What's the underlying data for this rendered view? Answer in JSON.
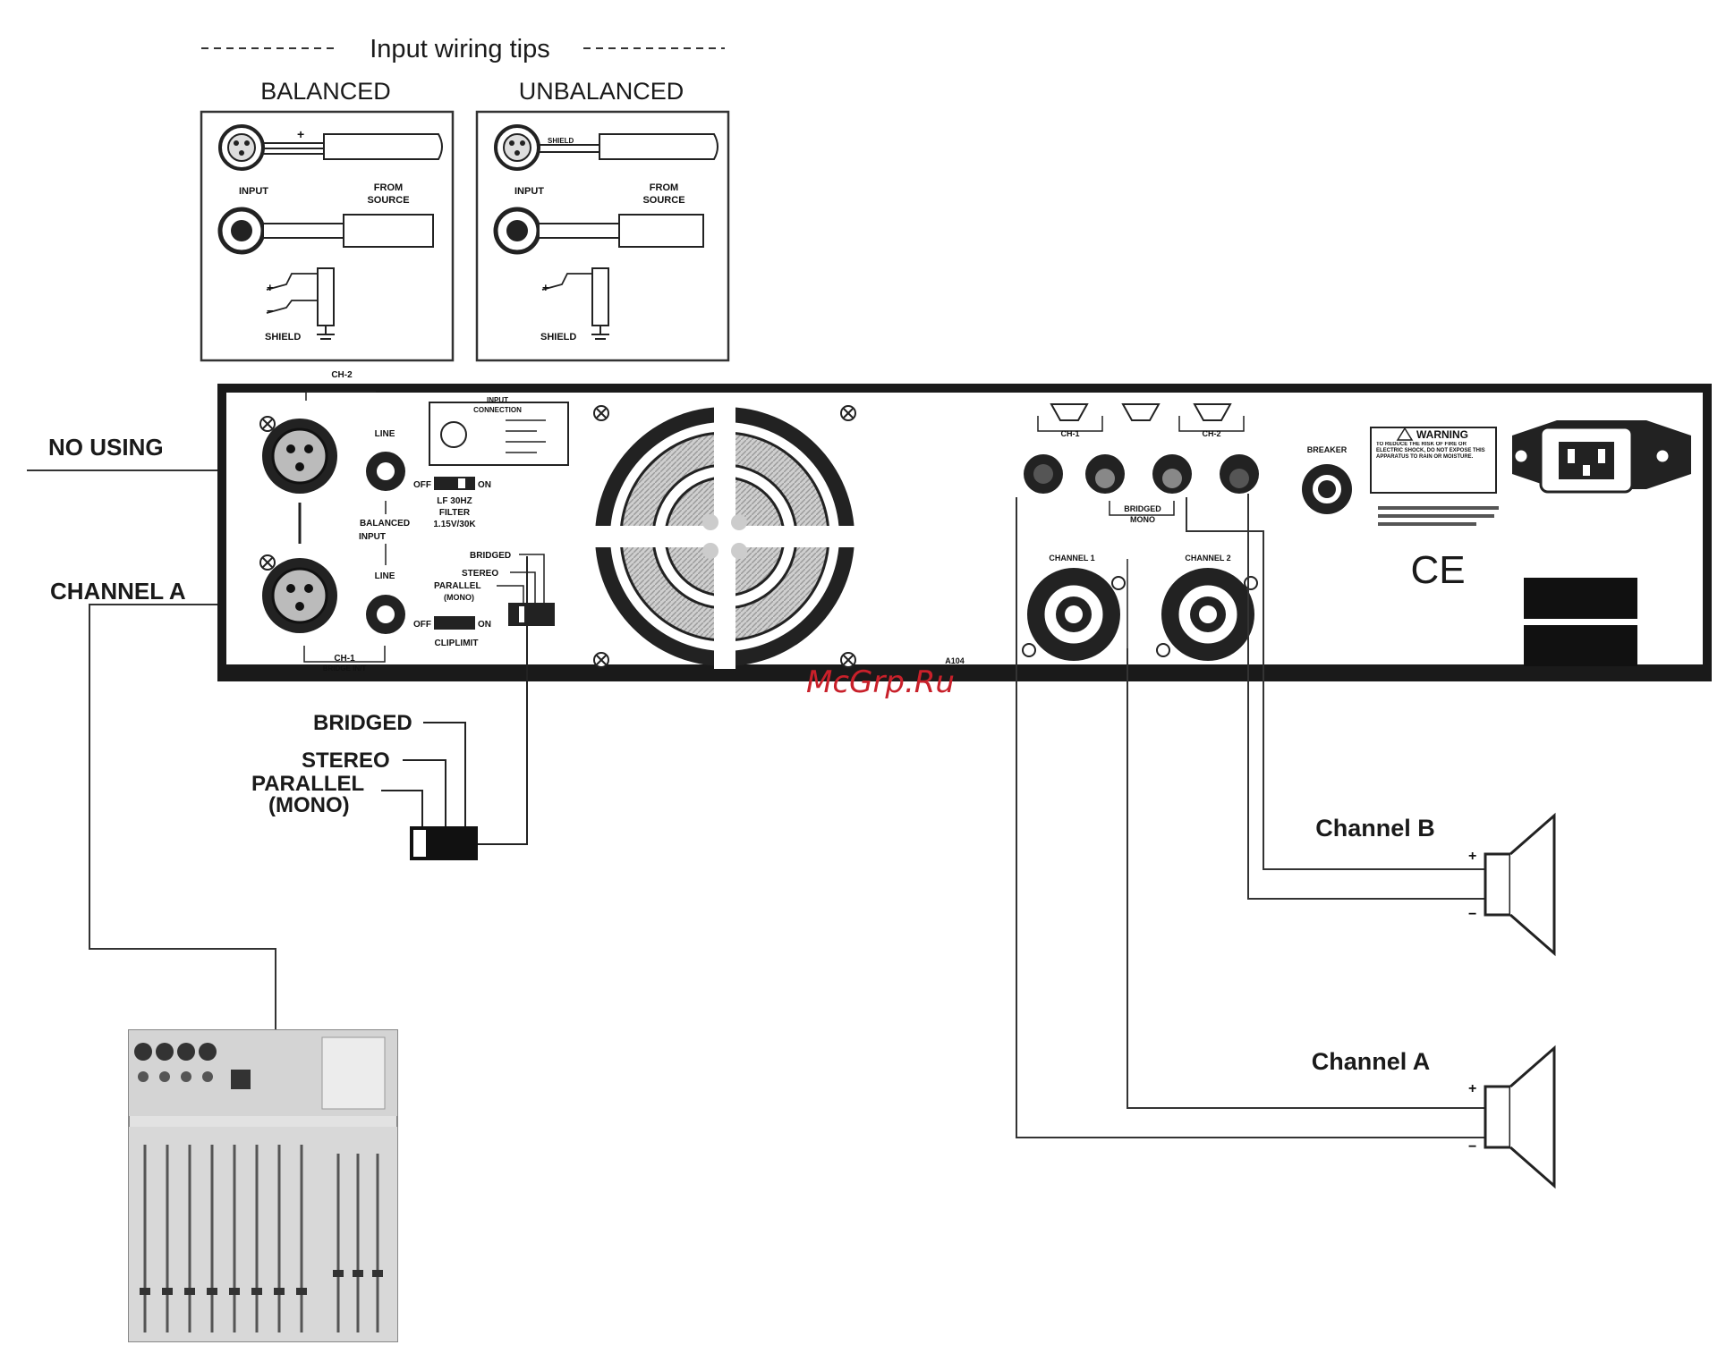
{
  "wiring_tips": {
    "title": "Input wiring tips",
    "balanced": {
      "heading": "BALANCED",
      "input_label": "INPUT",
      "source_label_1": "FROM",
      "source_label_2": "SOURCE",
      "shield_label": "SHIELD",
      "plus": "+",
      "minus": "−"
    },
    "unbalanced": {
      "heading": "UNBALANCED",
      "input_label": "INPUT",
      "source_label_1": "FROM",
      "source_label_2": "SOURCE",
      "shield_label": "SHIELD",
      "plus": "+",
      "shield_small": "SHIELD"
    }
  },
  "side_labels": {
    "no_using": "NO USING",
    "channel_a": "CHANNEL A"
  },
  "amp_panel": {
    "ch2_label": "CH-2",
    "ch1_label": "CH-1",
    "ch1_sub": "BRIDGE IN/T",
    "line_top": "LINE",
    "line_bottom": "LINE",
    "balanced_input_1": "BALANCED",
    "balanced_input_2": "INPUT",
    "input_connection_1": "INPUT",
    "input_connection_2": "CONNECTION",
    "off_1": "OFF",
    "on_1": "ON",
    "lf_filter_1": "LF 30HZ",
    "lf_filter_2": "FILTER",
    "lf_filter_3": "1.15V/30K",
    "off_2": "OFF",
    "on_2": "ON",
    "cliplimit": "CLIPLIMIT",
    "mode_bridged": "BRIDGED",
    "mode_stereo": "STEREO",
    "mode_parallel": "PARALLEL",
    "mode_mono": "(MONO)",
    "out_ch1": "CH-1",
    "out_ch2": "CH-2",
    "bridged_mono_1": "BRIDGED",
    "bridged_mono_2": "MONO",
    "channel1": "CHANNEL 1",
    "channel2": "CHANNEL 2",
    "breaker": "BREAKER",
    "warning_title": "WARNING",
    "warning_text": "TO REDUCE THE RISK OF FIRE OR ELECTRIC SHOCK, DO NOT EXPOSE THIS APPARATUS TO RAIN OR MOISTURE.",
    "ce_mark": "CE",
    "model": "A104"
  },
  "mode_switch_callout": {
    "bridged": "BRIDGED",
    "stereo": "STEREO",
    "parallel": "PARALLEL",
    "mono": "(MONO)"
  },
  "speakers": {
    "channel_b": {
      "label": "Channel B",
      "plus": "+",
      "minus": "−"
    },
    "channel_a": {
      "label": "Channel A",
      "plus": "+",
      "minus": "−"
    }
  },
  "watermark": "McGrp.Ru"
}
